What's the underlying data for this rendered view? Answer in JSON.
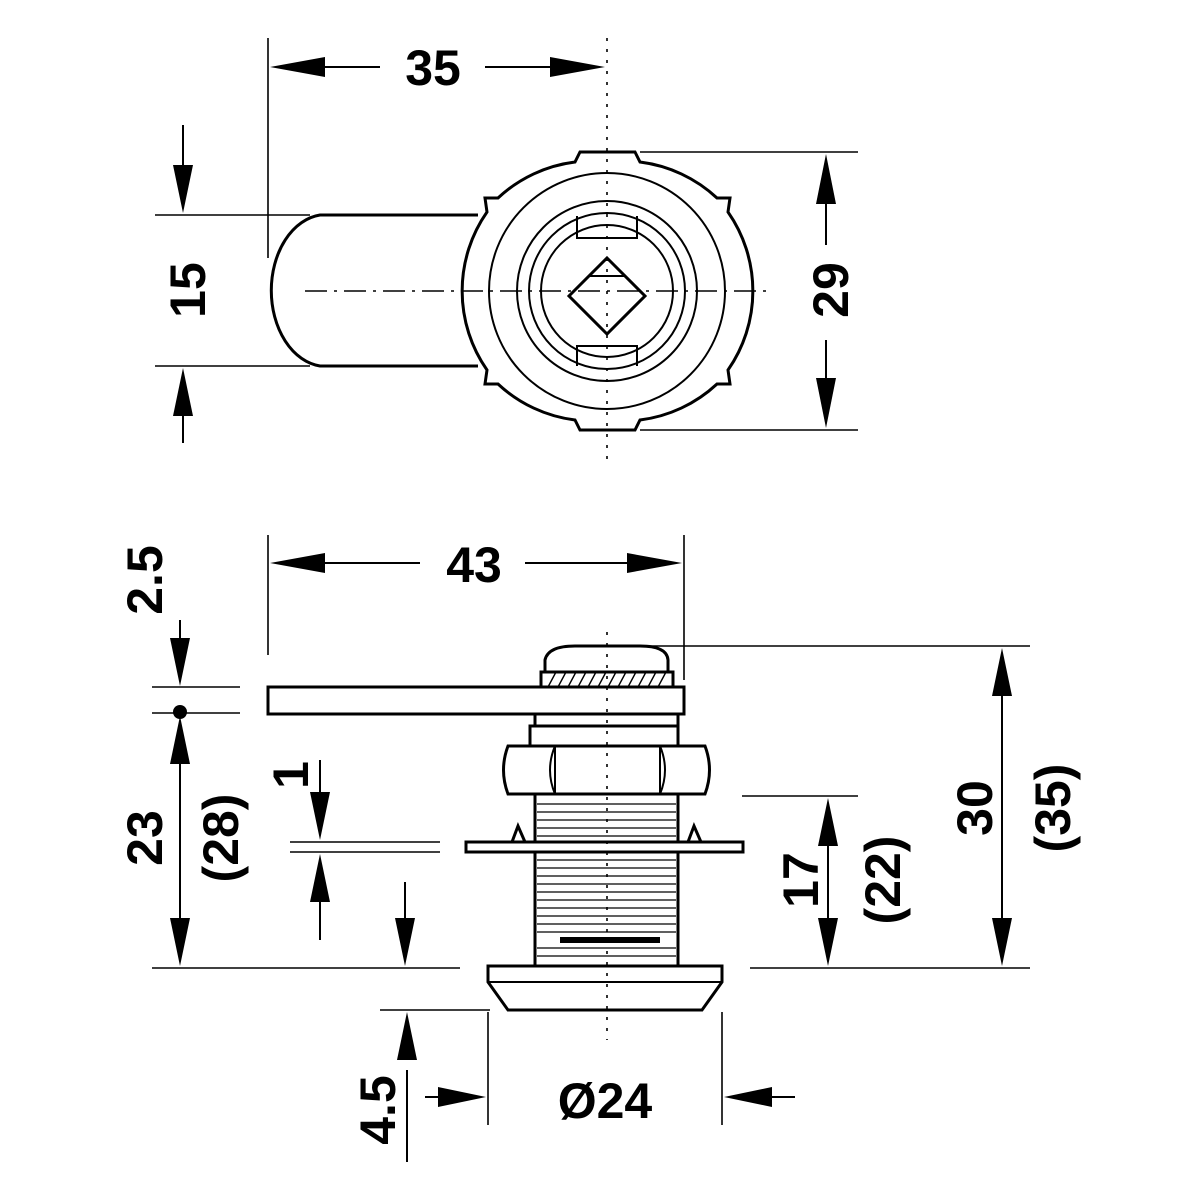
{
  "top_view": {
    "width_label": "35",
    "stem_height_label": "15",
    "body_diameter_label": "29"
  },
  "side_view": {
    "overall_length_label": "43",
    "cam_thickness_label": "2.5",
    "grip_length_label": "23",
    "grip_length_alt_label": "(28)",
    "washer_label": "1",
    "thread_length_label": "17",
    "thread_length_alt_label": "(22)",
    "total_height_label": "30",
    "total_height_alt_label": "(35)",
    "flange_label": "4.5",
    "flange_diameter_label": "Ø24"
  }
}
